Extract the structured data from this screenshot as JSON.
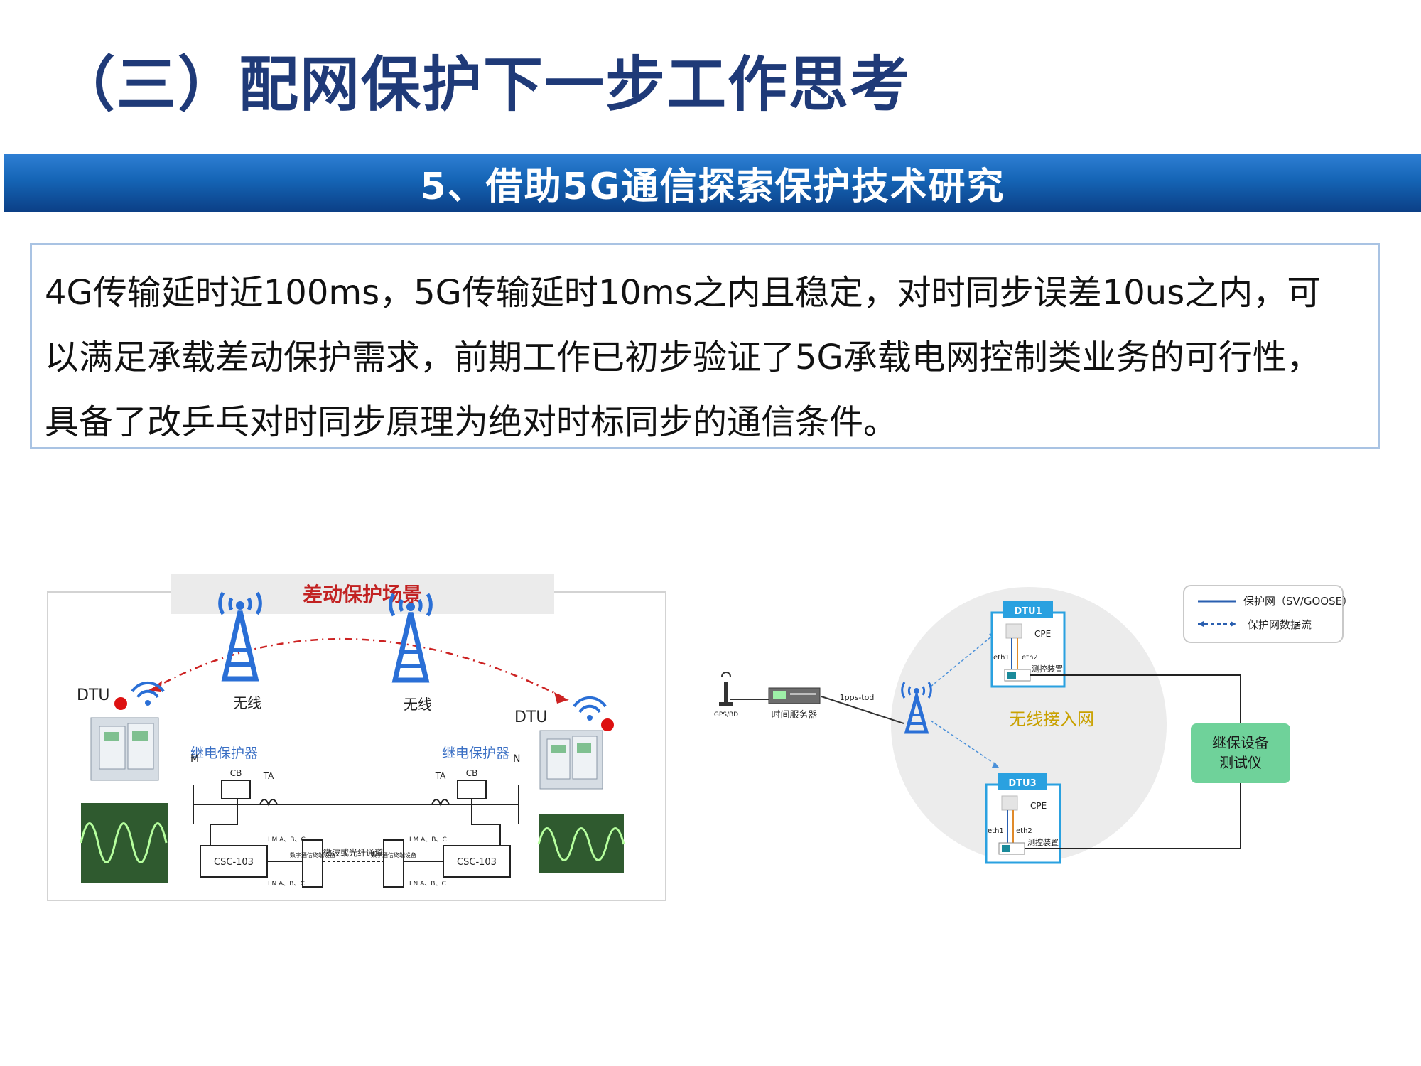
{
  "title": "（三）配网保护下一步工作思考",
  "section_banner": "5、借助5G通信探索保护技术研究",
  "paragraph_lines": [
    "4G传输延时近100ms，5G传输延时10ms之内且稳定，对时同步误差10us之内，可",
    "以满足承载差动保护需求，前期工作已初步验证了5G承载电网控制类业务的可行性，",
    "具备了改乒乓对时同步原理为绝对时标同步的通信条件。"
  ],
  "left_diagram": {
    "heading": "差动保护场景",
    "dtu_left": "DTU",
    "dtu_right": "DTU",
    "wireless_left": "无线",
    "wireless_right": "无线",
    "relay_left": "继电保护器",
    "relay_right": "继电保护器",
    "node_m": "M",
    "node_n": "N",
    "cb_left": "CB",
    "ta_left": "TA",
    "cb_right": "CB",
    "ta_right": "TA",
    "csc_left": "CSC-103",
    "csc_right": "CSC-103",
    "comm_device_left": "数字通信终端设备",
    "comm_device_right": "数字通信终端设备",
    "channel": "微波或光纤通道",
    "i_top_left": "I M A、B、C",
    "i_bottom_left": "I N A、B、C",
    "i_top_right": "I M A、B、C",
    "i_bottom_right": "I N A、B、C"
  },
  "right_diagram": {
    "legend_solid": "保护网（SV/GOOSE）",
    "legend_dashed": "保护网数据流",
    "gps_label": "GPS/BD",
    "time_server": "时间服务器",
    "pps_label": "1pps-tod",
    "wireless_network": "无线接入网",
    "dtu1": "DTU1",
    "dtu3": "DTU3",
    "cpe": "CPE",
    "eth1": "eth1",
    "eth2": "eth2",
    "test_device": "测控装置",
    "tester_line1": "继保设备",
    "tester_line2": "测试仪"
  },
  "colors": {
    "title": "#1f3a78",
    "banner_top": "#2f7fd4",
    "banner_bottom": "#0b3f86",
    "tower": "#2a6fd6",
    "accent_red": "#c22222",
    "tester_green": "#6fd29a",
    "circle_bg": "#ececec",
    "wireless_text": "#c9a100"
  }
}
